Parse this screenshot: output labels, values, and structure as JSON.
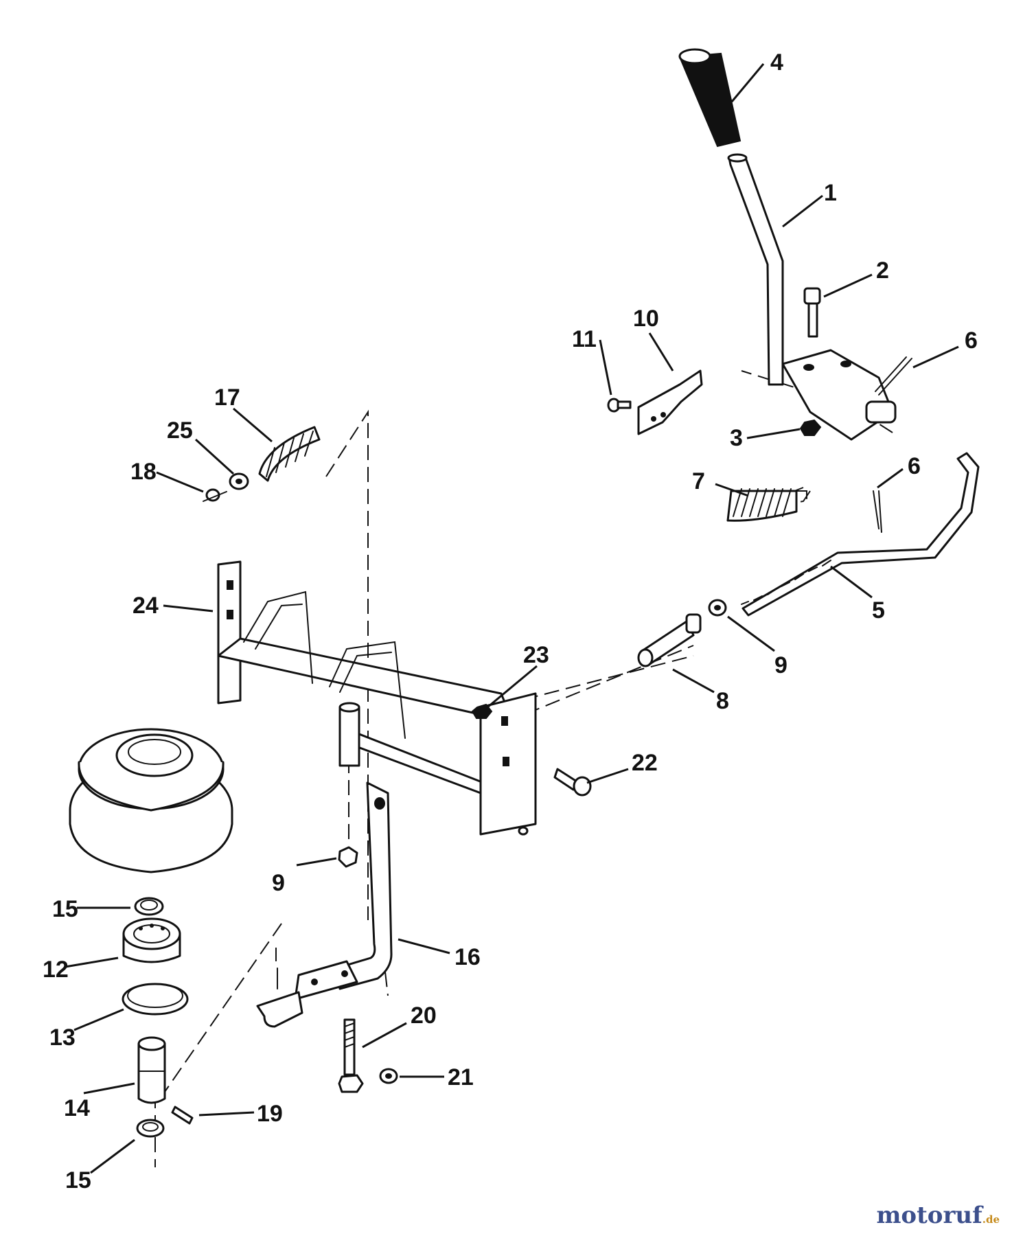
{
  "diagram": {
    "callouts": [
      {
        "id": "callout-4",
        "label": "4"
      },
      {
        "id": "callout-1",
        "label": "1"
      },
      {
        "id": "callout-2",
        "label": "2"
      },
      {
        "id": "callout-10",
        "label": "10"
      },
      {
        "id": "callout-11",
        "label": "11"
      },
      {
        "id": "callout-6a",
        "label": "6"
      },
      {
        "id": "callout-3",
        "label": "3"
      },
      {
        "id": "callout-17",
        "label": "17"
      },
      {
        "id": "callout-25",
        "label": "25"
      },
      {
        "id": "callout-18",
        "label": "18"
      },
      {
        "id": "callout-7",
        "label": "7"
      },
      {
        "id": "callout-6b",
        "label": "6"
      },
      {
        "id": "callout-5",
        "label": "5"
      },
      {
        "id": "callout-24",
        "label": "24"
      },
      {
        "id": "callout-9a",
        "label": "9"
      },
      {
        "id": "callout-23",
        "label": "23"
      },
      {
        "id": "callout-8",
        "label": "8"
      },
      {
        "id": "callout-22",
        "label": "22"
      },
      {
        "id": "callout-9b",
        "label": "9"
      },
      {
        "id": "callout-15a",
        "label": "15"
      },
      {
        "id": "callout-16",
        "label": "16"
      },
      {
        "id": "callout-12",
        "label": "12"
      },
      {
        "id": "callout-13",
        "label": "13"
      },
      {
        "id": "callout-20",
        "label": "20"
      },
      {
        "id": "callout-21",
        "label": "21"
      },
      {
        "id": "callout-14",
        "label": "14"
      },
      {
        "id": "callout-19",
        "label": "19"
      },
      {
        "id": "callout-15b",
        "label": "15"
      }
    ]
  },
  "watermark": {
    "brand": "motoruf",
    "tld": ".de"
  }
}
